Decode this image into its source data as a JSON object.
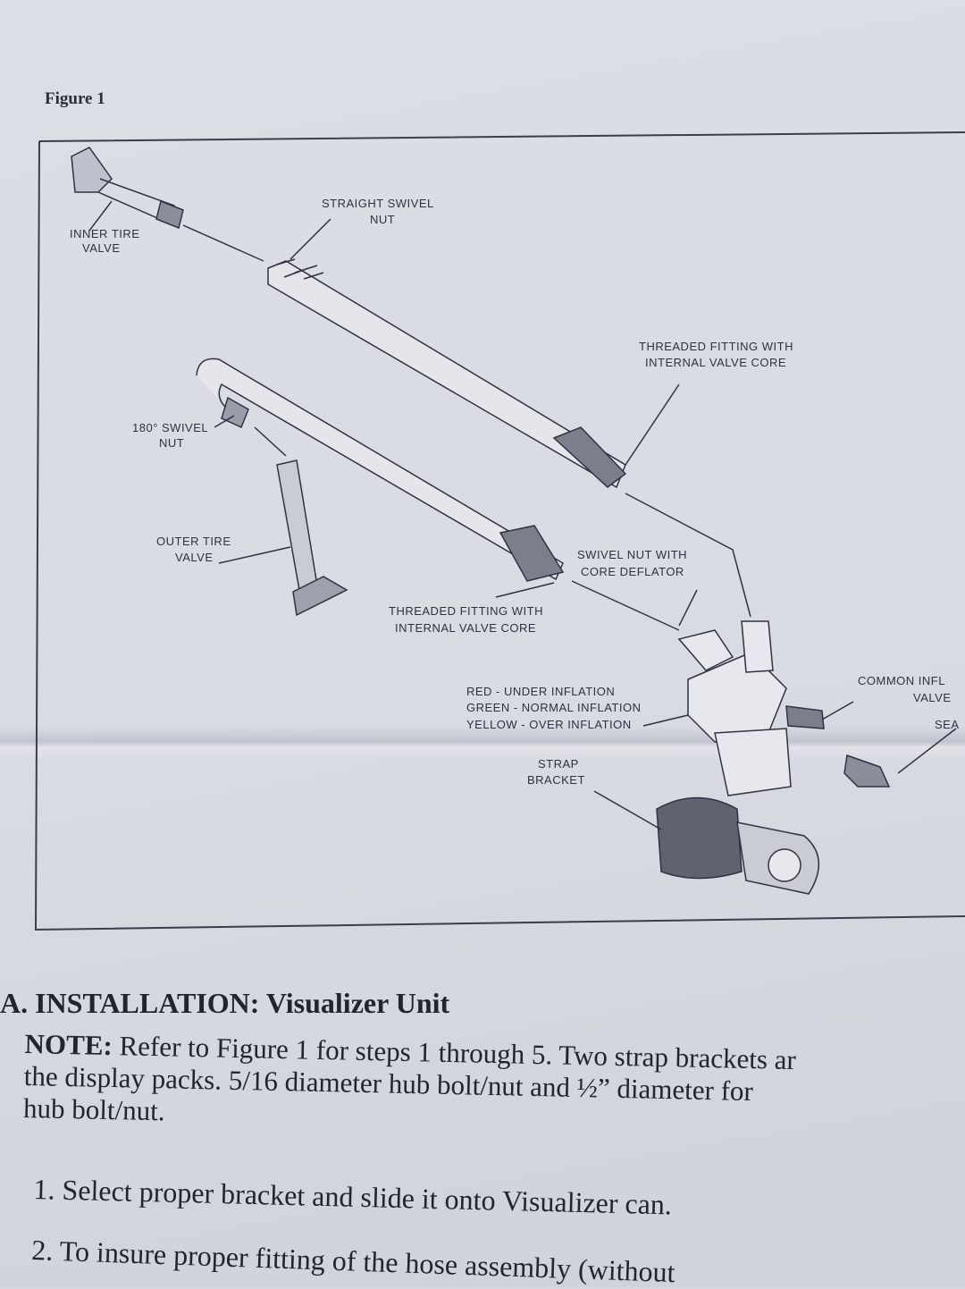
{
  "figure": {
    "title": "Figure 1",
    "labels": {
      "inner_tire_valve": [
        "INNER TIRE",
        "VALVE"
      ],
      "straight_swivel_nut": [
        "STRAIGHT SWIVEL",
        "NUT"
      ],
      "threaded_fitting_top": [
        "THREADED FITTING WITH",
        "INTERNAL VALVE CORE"
      ],
      "swivel_180": [
        "180° SWIVEL",
        "NUT"
      ],
      "outer_tire_valve": [
        "OUTER TIRE",
        "VALVE"
      ],
      "swivel_nut_core_deflator": [
        "SWIVEL NUT WITH",
        "CORE DEFLATOR"
      ],
      "threaded_fitting_bottom": [
        "THREADED FITTING WITH",
        "INTERNAL VALVE CORE"
      ],
      "common_inflation_valve": [
        "COMMON INFL",
        "VALVE"
      ],
      "seal": "SEA",
      "indicator_colors": [
        "RED - UNDER INFLATION",
        "GREEN - NORMAL INFLATION",
        "YELLOW - OVER INFLATION"
      ],
      "strap_bracket": [
        "STRAP",
        "BRACKET"
      ]
    }
  },
  "section": {
    "number": "A.",
    "title_bold": "INSTALLATION:",
    "title_rest": "Visualizer Unit",
    "note_label": "NOTE:",
    "note_lines": [
      "Refer to Figure 1 for steps 1 through 5. Two strap brackets ar",
      "the display packs. 5/16 diameter hub bolt/nut and ½” diameter for",
      "hub bolt/nut."
    ],
    "steps": [
      {
        "num": "1.",
        "text": "Select proper bracket and slide it onto Visualizer can."
      },
      {
        "num": "2.",
        "text": "To insure proper fitting of the hose assembly (without"
      }
    ]
  }
}
